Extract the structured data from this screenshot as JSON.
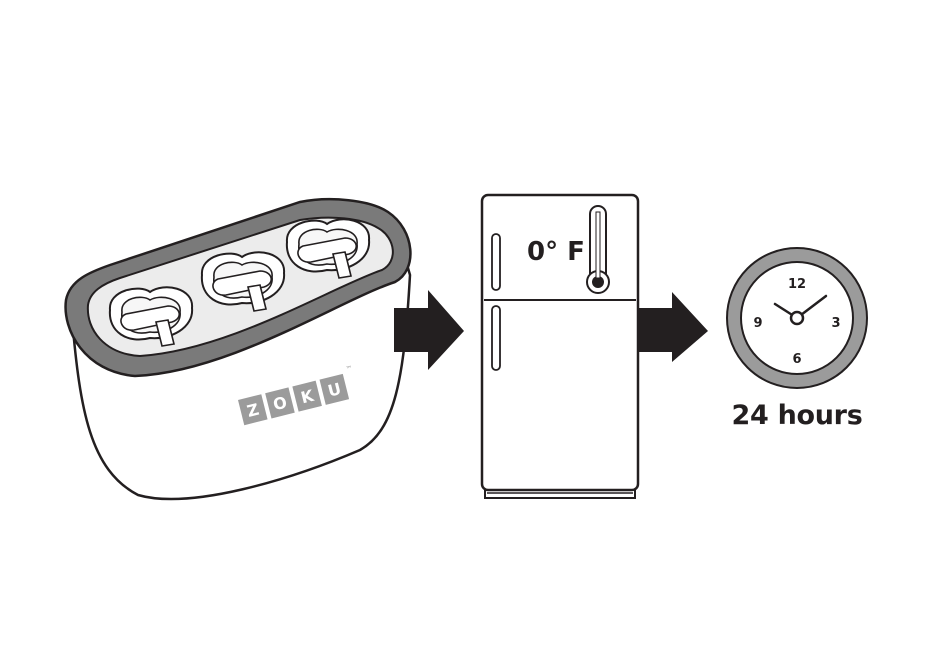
{
  "brand": {
    "letters": [
      "Z",
      "O",
      "K",
      "U"
    ],
    "trademark": "™",
    "color": "#9b9b9b"
  },
  "freezer": {
    "temperature_label": "0° F"
  },
  "clock": {
    "numbers": {
      "top": "12",
      "right": "3",
      "bottom": "6",
      "left": "9"
    }
  },
  "caption": "24 hours",
  "colors": {
    "outline": "#231f20",
    "tray_rim": "#7a7a7a",
    "tray_inner": "#ececec",
    "clock_ring": "#9b9b9b",
    "arrow": "#231f20"
  }
}
